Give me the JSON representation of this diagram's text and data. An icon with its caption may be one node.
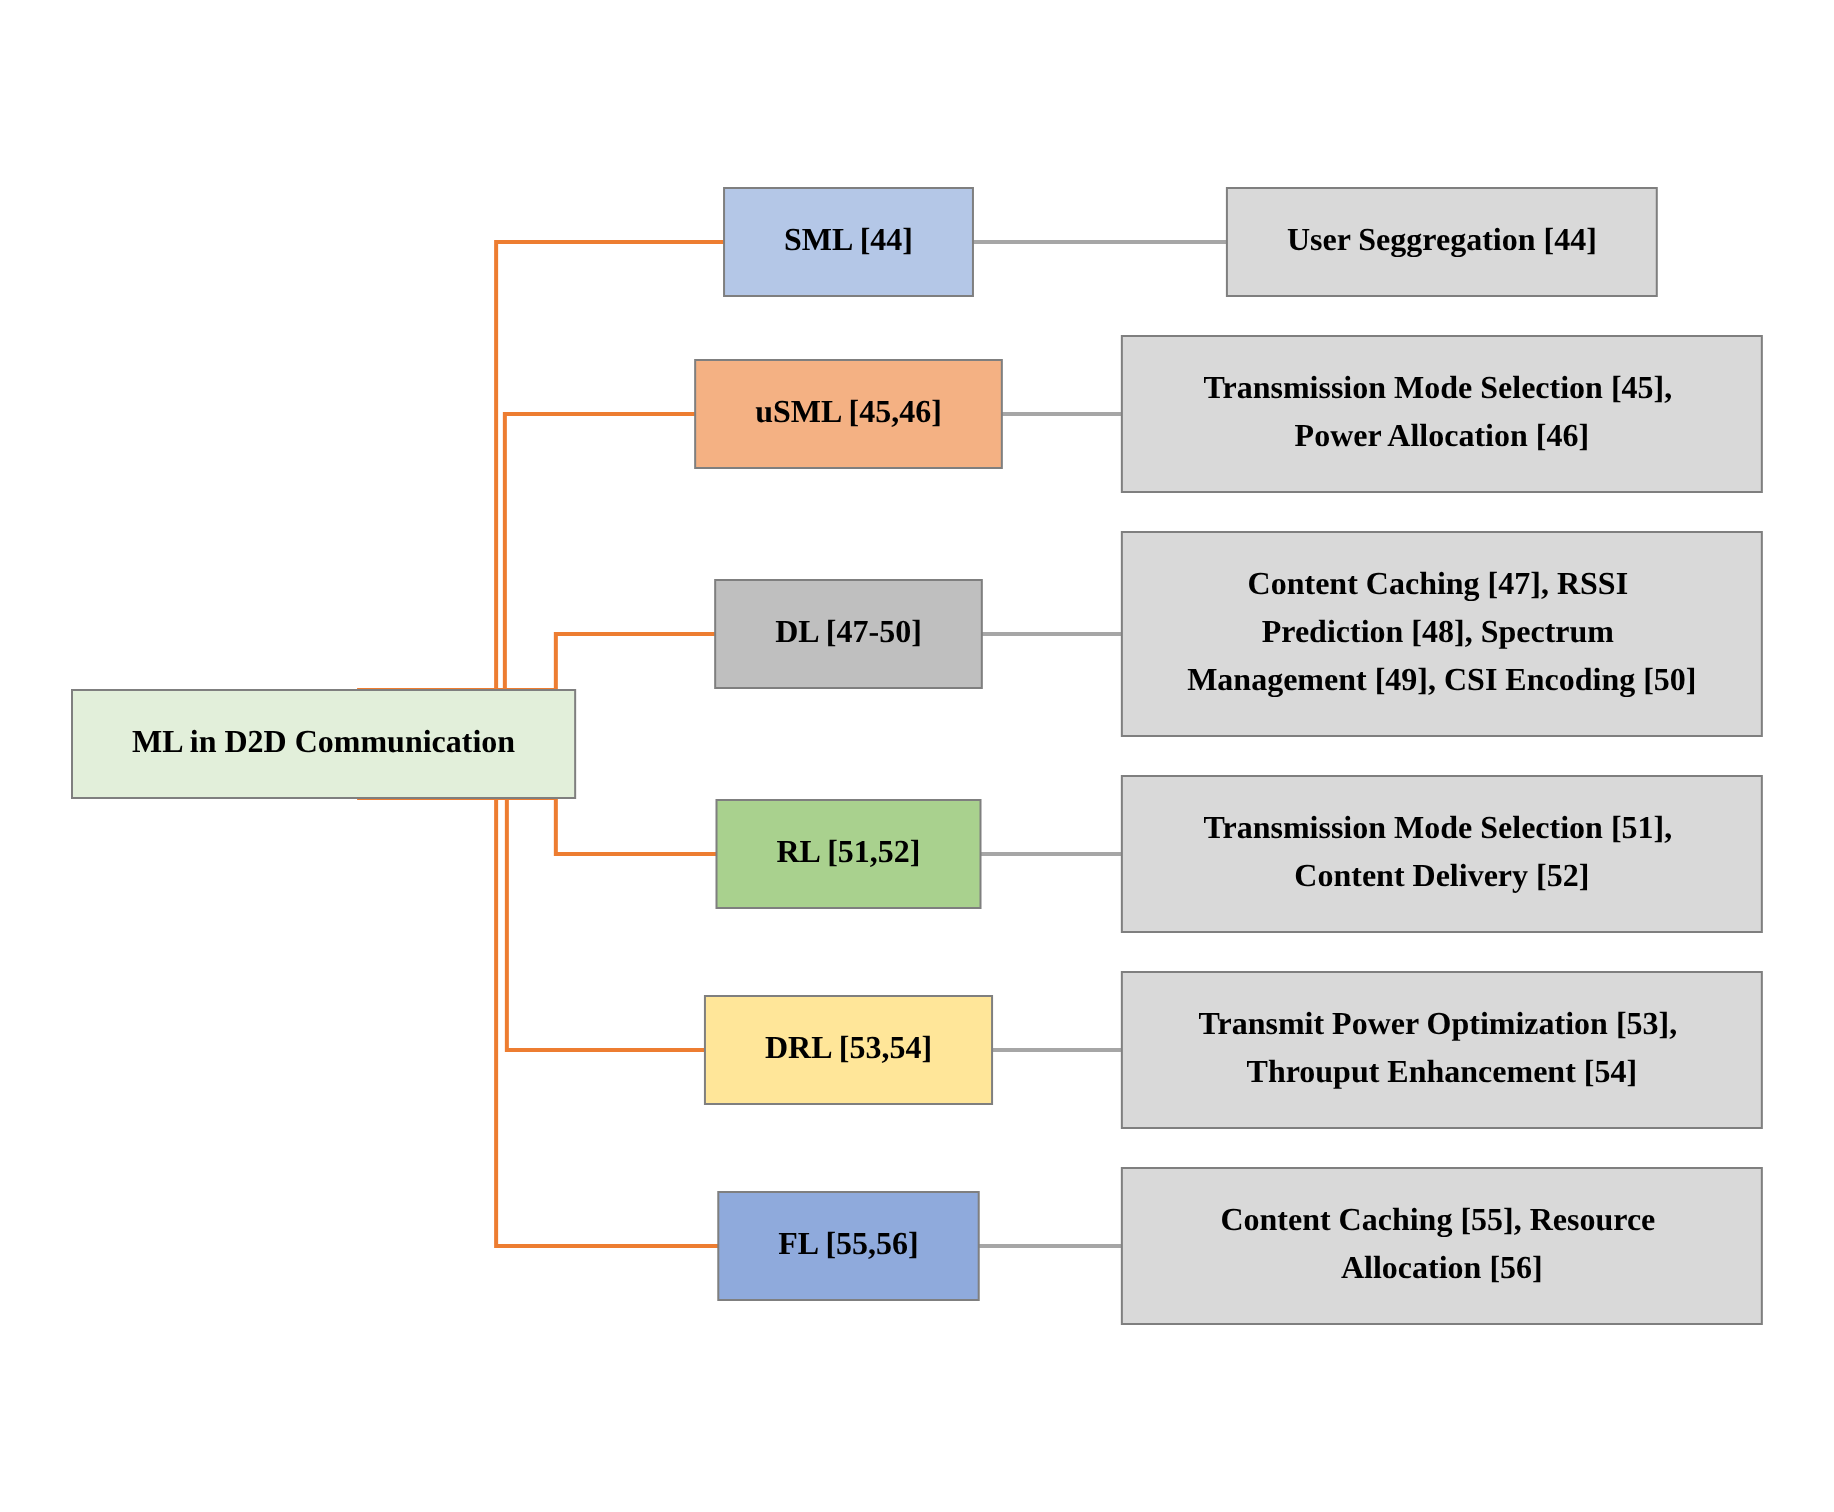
{
  "diagram": {
    "nodes": [
      {
        "text": [
          "ML in D2D Communication"
        ]
      },
      {
        "text": [
          "SML [44]"
        ]
      },
      {
        "text": [
          "User Seggregation [44]"
        ]
      },
      {
        "text": [
          "uSML [45,46]"
        ]
      },
      {
        "text": [
          "Transmission Mode Selection [45], Power Allocation [46]"
        ]
      },
      {
        "text": [
          "DL [47-50]"
        ]
      },
      {
        "text": [
          "Content Caching [47], RSSI Prediction [48], Spectrum Management [49], CSI Encoding [50]"
        ]
      },
      {
        "text": [
          "RL [51,52]"
        ]
      },
      {
        "text": [
          "Transmission Mode Selection [51], Content Delivery [52]"
        ]
      },
      {
        "text": [
          "DRL [53,54]"
        ]
      },
      {
        "text": [
          "Transmit Power Optimization [53], Throuput Enhancement [54]"
        ]
      },
      {
        "text": [
          "FL [55,56]"
        ]
      },
      {
        "text": [
          "Content Caching [55], Resource Allocation [56]"
        ]
      }
    ],
    "edges": [
      {
        "from": 0,
        "to": 1,
        "arrow": "none",
        "color": "#ed7d31"
      },
      {
        "from": 0,
        "to": 3,
        "arrow": "none",
        "color": "#ed7d31"
      },
      {
        "from": 0,
        "to": 5,
        "arrow": "none",
        "color": "#ed7d31"
      },
      {
        "from": 0,
        "to": 7,
        "arrow": "none",
        "color": "#ed7d31"
      },
      {
        "from": 0,
        "to": 9,
        "arrow": "none",
        "color": "#ed7d31"
      },
      {
        "from": 0,
        "to": 11,
        "arrow": "none",
        "color": "#ed7d31"
      },
      {
        "from": 1,
        "to": 2,
        "arrow": "none",
        "color": "#a6a6a6"
      },
      {
        "from": 3,
        "to": 4,
        "arrow": "none",
        "color": "#a6a6a6"
      },
      {
        "from": 5,
        "to": 6,
        "arrow": "none",
        "color": "#a6a6a6"
      },
      {
        "from": 7,
        "to": 8,
        "arrow": "none",
        "color": "#a6a6a6"
      },
      {
        "from": 9,
        "to": 10,
        "arrow": "none",
        "color": "#a6a6a6"
      },
      {
        "from": 11,
        "to": 12,
        "arrow": "none",
        "color": "#a6a6a6"
      }
    ]
  }
}
